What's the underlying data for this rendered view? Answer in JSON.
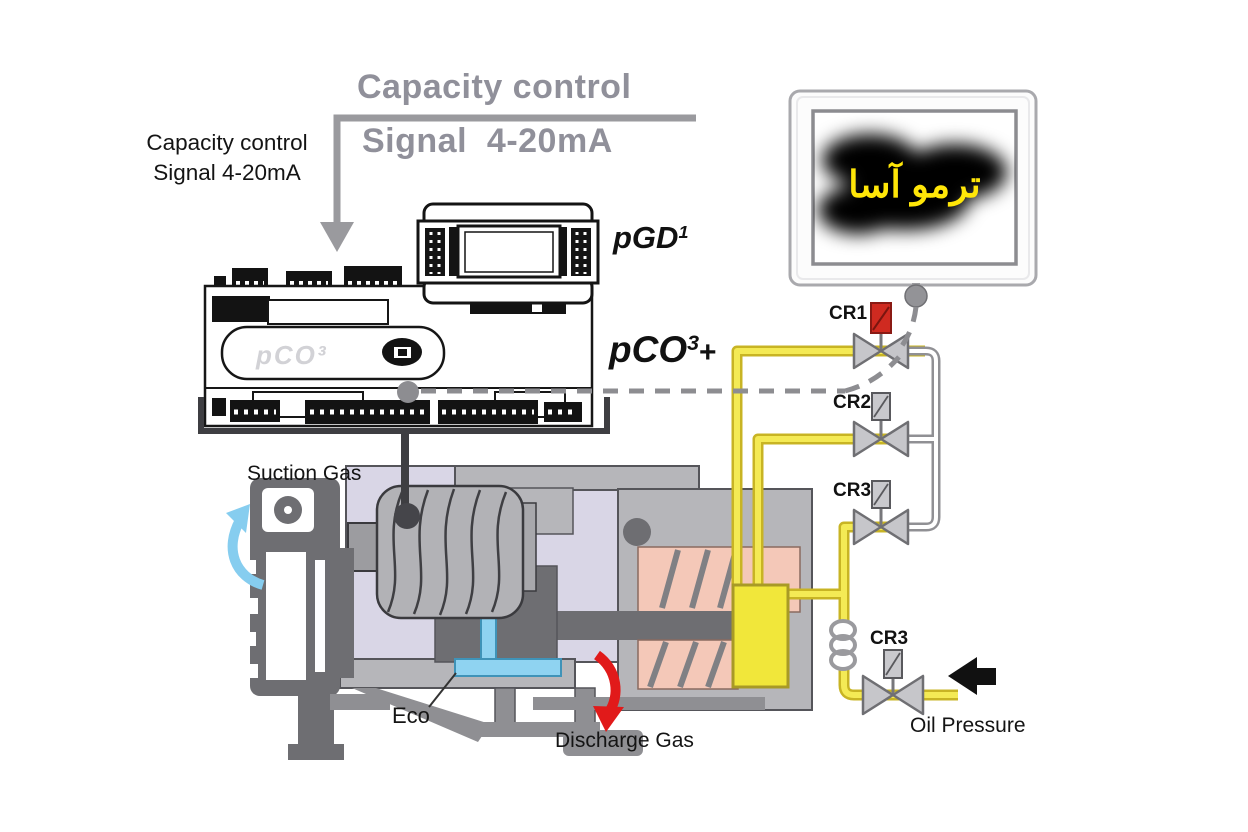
{
  "title_block": {
    "heading_line1": "Capacity control",
    "heading_line2": "Signal  4-20mA"
  },
  "side_label": {
    "line1": "Capacity control",
    "line2": "Signal 4-20mA"
  },
  "devices": {
    "display": {
      "base": "pGD",
      "sup": "1"
    },
    "controller": {
      "base": "pCO",
      "sup": "3",
      "suffix": "+",
      "board_text": "pCO³"
    }
  },
  "monitor": {
    "overlay_text": "ترمو آسا",
    "text_color": "#ffe608"
  },
  "valves": {
    "cr1": "CR1",
    "cr2": "CR2",
    "cr3": "CR3",
    "cr3_oil": "CR3"
  },
  "compressor_labels": {
    "suction": "Suction Gas",
    "eco": "Eco",
    "discharge": "Discharge Gas",
    "oil_pressure": "Oil Pressure"
  },
  "colors": {
    "heading_grey": "#90909a",
    "signal_dash_grey": "#8d8d91",
    "pipe_yellow": "#f2e73e",
    "pipe_yellow_edge": "#c8b424",
    "return_pipe_grey": "#909094",
    "valve_body_grey": "#c6c6ca",
    "coil_red": "#cf2a20",
    "coil_grey": "#c9c9cd",
    "eco_blue": "#8fd3f1",
    "suction_arrow_blue": "#86cdef",
    "discharge_arrow_red": "#e11a1a",
    "casing_grey": "#b6b6ba",
    "dark_block_grey": "#6e6e72",
    "housing_lavender": "#d9d6e6",
    "discharge_pink": "#f4c8b8",
    "unloader_yellow": "#f1e73a"
  }
}
